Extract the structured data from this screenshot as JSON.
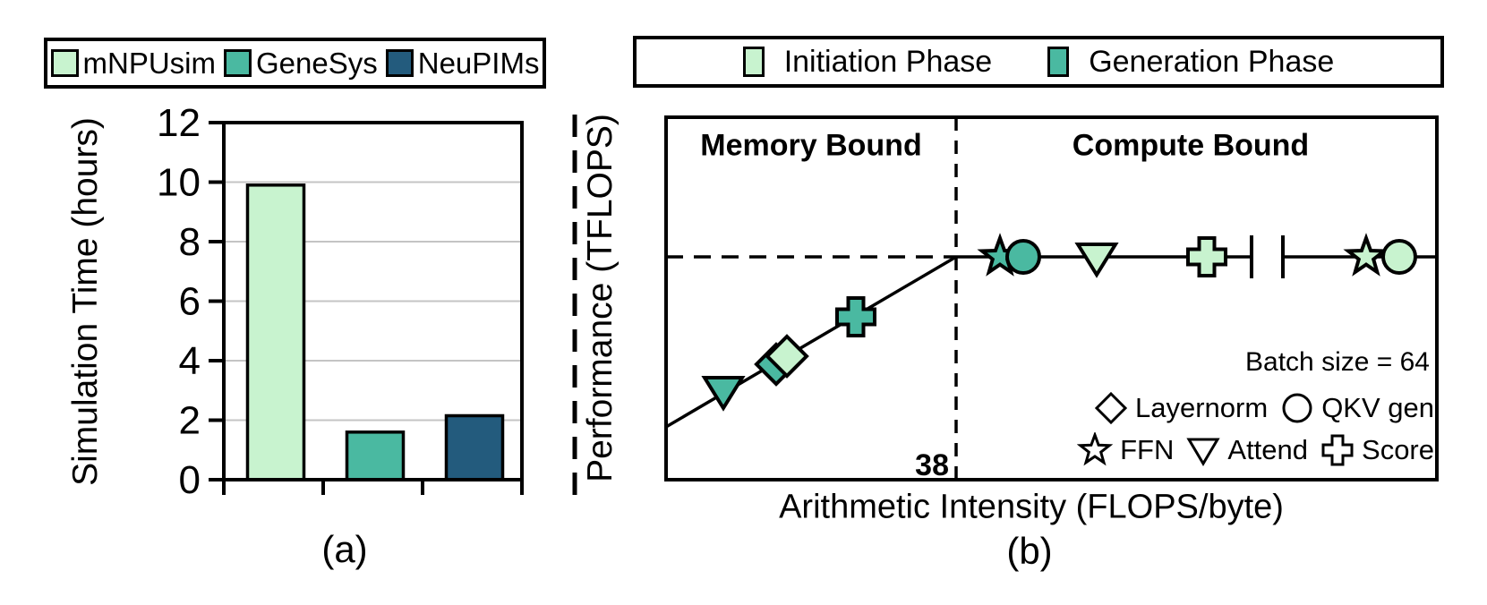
{
  "figure": {
    "panel_a_label": "(a)",
    "panel_b_label": "(b)"
  },
  "colors": {
    "light-green": "#c8f3cf",
    "teal": "#4ab9a1",
    "navy": "#235b7d",
    "grid-gray": "#c4c4c4"
  },
  "chart_data": [
    {
      "type": "bar",
      "title": "",
      "xlabel": "",
      "ylabel": "Simulation Time (hours)",
      "categories": [
        "mNPUsim",
        "GeneSys",
        "NeuPIMs"
      ],
      "values": [
        9.9,
        1.6,
        2.15
      ],
      "ylim": [
        0,
        12
      ],
      "yticks": [
        0,
        2,
        4,
        6,
        8,
        10,
        12
      ],
      "grid": true,
      "legend_position": "top",
      "legend": [
        {
          "label": "mNPUsim"
        },
        {
          "label": "GeneSys"
        },
        {
          "label": "NeuPIMs"
        }
      ],
      "bar_color_vars": [
        "light-green",
        "teal",
        "navy"
      ]
    },
    {
      "type": "scatter",
      "subtype": "roofline",
      "title": "",
      "xlabel": "Arithmetic Intensity (FLOPS/byte)",
      "ylabel": "Performance (TFLOPS)",
      "region_labels": {
        "left": "Memory Bound",
        "right": "Compute Bound"
      },
      "ridge_x_label": "38",
      "ridge_arithmetic_intensity": 38,
      "annotation": "Batch size = 64",
      "axis_break": true,
      "legend_position": "top",
      "legend": [
        {
          "label": "Initiation Phase",
          "phase": "initiation",
          "color_var": "light-green"
        },
        {
          "label": "Generation Phase",
          "phase": "generation",
          "color_var": "teal"
        }
      ],
      "marker_key": [
        {
          "marker": "diamond",
          "label": "Layernorm"
        },
        {
          "marker": "circle",
          "label": "QKV gen"
        },
        {
          "marker": "star",
          "label": "FFN"
        },
        {
          "marker": "triangle-down",
          "label": "Attend"
        },
        {
          "marker": "cross",
          "label": "Score"
        }
      ],
      "points": [
        {
          "op": "Attend",
          "phase": "generation",
          "region": "memory-bound",
          "x": 808,
          "y": 437
        },
        {
          "op": "Layernorm",
          "phase": "generation",
          "region": "memory-bound",
          "x": 867,
          "y": 407
        },
        {
          "op": "Layernorm",
          "phase": "initiation",
          "region": "memory-bound",
          "x": 879,
          "y": 398
        },
        {
          "op": "Score",
          "phase": "generation",
          "region": "memory-bound",
          "x": 956,
          "y": 354
        },
        {
          "op": "FFN",
          "phase": "generation",
          "region": "ridge",
          "x": 1117,
          "y": 287
        },
        {
          "op": "QKV gen",
          "phase": "generation",
          "region": "ridge",
          "x": 1143,
          "y": 287
        },
        {
          "op": "Attend",
          "phase": "initiation",
          "region": "compute-bound",
          "x": 1225,
          "y": 288
        },
        {
          "op": "Score",
          "phase": "initiation",
          "region": "compute-bound",
          "x": 1348,
          "y": 287
        },
        {
          "op": "FFN",
          "phase": "initiation",
          "region": "compute-bound",
          "x": 1526,
          "y": 287
        },
        {
          "op": "QKV gen",
          "phase": "initiation",
          "region": "compute-bound",
          "x": 1563,
          "y": 287
        }
      ]
    }
  ]
}
